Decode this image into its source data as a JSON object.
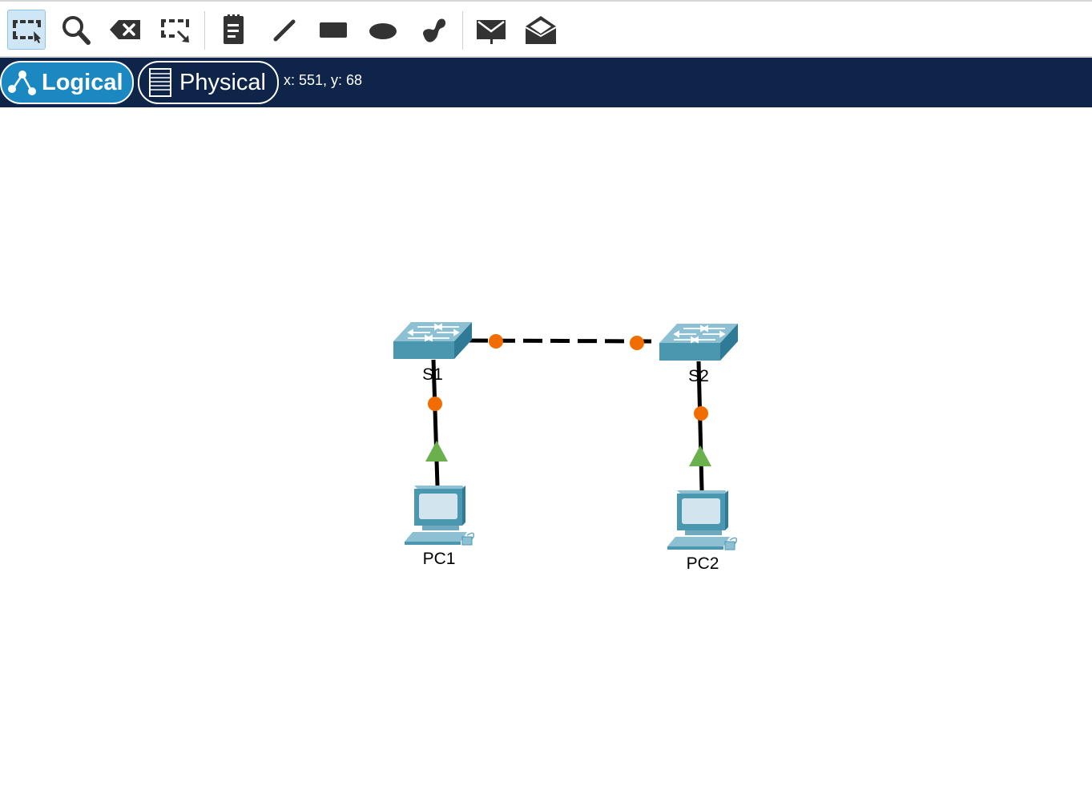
{
  "toolbar": {
    "tools": [
      {
        "name": "select-tool",
        "icon": "select-icon",
        "active": true
      },
      {
        "name": "inspect-tool",
        "icon": "magnify-icon",
        "active": false
      },
      {
        "name": "delete-tool",
        "icon": "delete-icon",
        "active": false
      },
      {
        "name": "resize-tool",
        "icon": "resize-icon",
        "active": false
      },
      {
        "name": "note-tool",
        "icon": "note-icon",
        "active": false
      },
      {
        "name": "draw-line-tool",
        "icon": "line-icon",
        "active": false
      },
      {
        "name": "draw-rectangle-tool",
        "icon": "rectangle-icon",
        "active": false
      },
      {
        "name": "draw-ellipse-tool",
        "icon": "ellipse-icon",
        "active": false
      },
      {
        "name": "draw-freeform-tool",
        "icon": "freeform-icon",
        "active": false
      },
      {
        "name": "add-simple-pdu-tool",
        "icon": "closed-envelope-icon",
        "active": false
      },
      {
        "name": "add-complex-pdu-tool",
        "icon": "open-envelope-icon",
        "active": false
      }
    ]
  },
  "modebar": {
    "logical_label": "Logical",
    "physical_label": "Physical",
    "coordinates": "x: 551, y: 68"
  },
  "colors": {
    "modebar_bg": "#0e2549",
    "logical_active": "#1b88c2",
    "link_up": "#6ab04c",
    "port_light": "#f26d00",
    "device_teal": "#4a97b0"
  },
  "topology": {
    "devices": [
      {
        "id": "S1",
        "label": "S1",
        "type": "switch"
      },
      {
        "id": "S2",
        "label": "S2",
        "type": "switch"
      },
      {
        "id": "PC1",
        "label": "PC1",
        "type": "pc"
      },
      {
        "id": "PC2",
        "label": "PC2",
        "type": "pc"
      }
    ],
    "links": [
      {
        "from": "S1",
        "to": "S2",
        "style": "crossover",
        "from_status": "orange",
        "to_status": "orange"
      },
      {
        "from": "S1",
        "to": "PC1",
        "style": "straight",
        "from_status": "orange",
        "to_status": "green"
      },
      {
        "from": "S2",
        "to": "PC2",
        "style": "straight",
        "from_status": "orange",
        "to_status": "green"
      }
    ]
  }
}
